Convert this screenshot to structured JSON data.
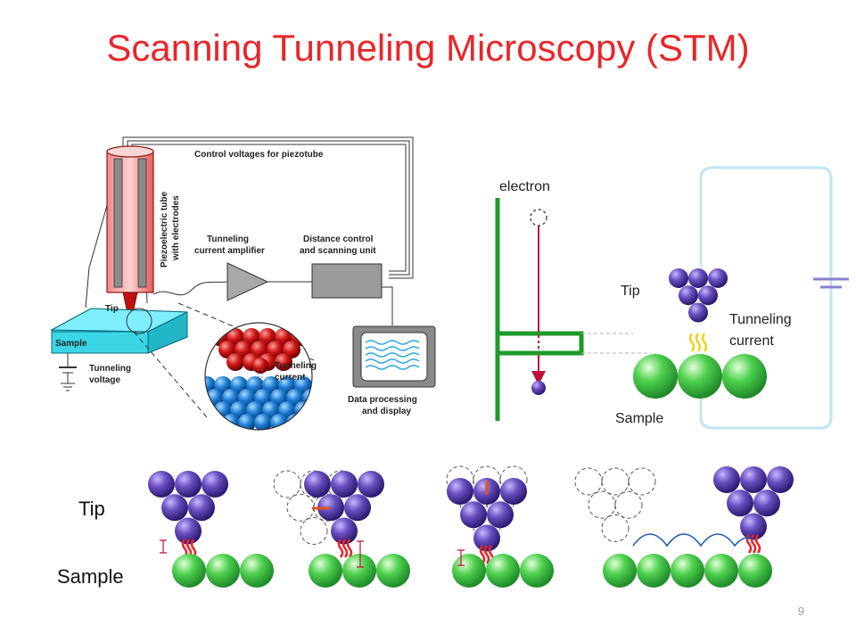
{
  "title": "Scanning Tunneling Microscopy (STM)",
  "page_number": "9",
  "left_schematic": {
    "control_voltages": "Control voltages for piezotube",
    "piezo_line1": "Piezoelectric tube",
    "piezo_line2": "with electrodes",
    "amp_line1": "Tunneling",
    "amp_line2": "current amplifier",
    "dist_line1": "Distance control",
    "dist_line2": "and scanning unit",
    "tip": "Tip",
    "sample": "Sample",
    "tv_line1": "Tunneling",
    "tv_line2": "voltage",
    "zoom_line1": "Tunneling",
    "zoom_line2": "current",
    "data_line1": "Data processing",
    "data_line2": "and display"
  },
  "right_schematic": {
    "electron": "electron",
    "tip": "Tip",
    "tc_line1": "Tunneling",
    "tc_line2": "current",
    "sample": "Sample"
  },
  "bottom_row": {
    "tip": "Tip",
    "sample": "Sample"
  },
  "colors": {
    "title": "#e8262a",
    "tip_atom": "#5a3fa8",
    "sample_atom": "#3fbf3f",
    "current": "#e8262a"
  }
}
